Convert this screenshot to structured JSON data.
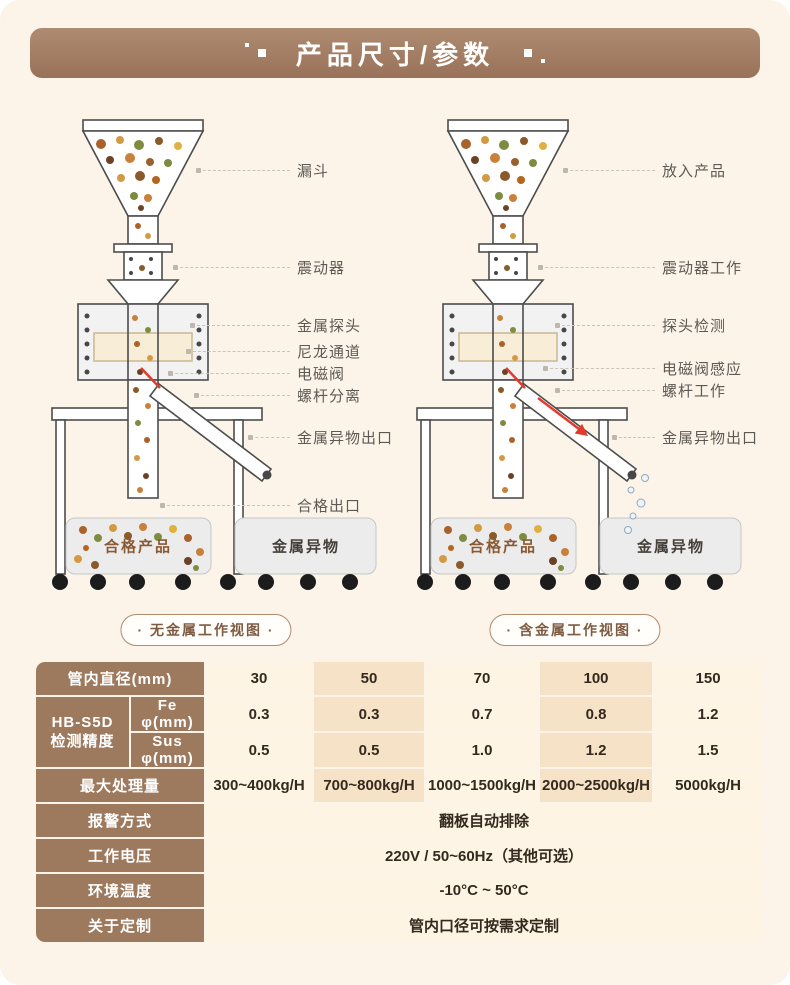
{
  "header": {
    "title": "产品尺寸/参数"
  },
  "diagram_left": {
    "labels": [
      "漏斗",
      "震动器",
      "金属探头",
      "尼龙通道",
      "电磁阀",
      "螺杆分离",
      "金属异物出口",
      "合格出口"
    ],
    "box_pass": "合格产品",
    "box_metal": "金属异物",
    "caption": "· 无金属工作视图 ·"
  },
  "diagram_right": {
    "labels": [
      "放入产品",
      "震动器工作",
      "探头检测",
      "电磁阀感应",
      "螺杆工作",
      "金属异物出口"
    ],
    "box_pass": "合格产品",
    "box_metal": "金属异物",
    "caption": "· 含金属工作视图 ·"
  },
  "table": {
    "row_diameter": {
      "label": "管内直径(mm)",
      "values": [
        "30",
        "50",
        "70",
        "100",
        "150"
      ]
    },
    "precision": {
      "label_model": "HB-S5D",
      "label_name": "检测精度",
      "rows": [
        {
          "sub": "Fe φ(mm)",
          "values": [
            "0.3",
            "0.3",
            "0.7",
            "0.8",
            "1.2"
          ]
        },
        {
          "sub": "Sus φ(mm)",
          "values": [
            "0.5",
            "0.5",
            "1.0",
            "1.2",
            "1.5"
          ]
        }
      ]
    },
    "row_capacity": {
      "label": "最大处理量",
      "values": [
        "300~400kg/H",
        "700~800kg/H",
        "1000~1500kg/H",
        "2000~2500kg/H",
        "5000kg/H"
      ]
    },
    "full_rows": [
      {
        "label": "报警方式",
        "value": "翻板自动排除"
      },
      {
        "label": "工作电压",
        "value": "220V / 50~60Hz（其他可选）"
      },
      {
        "label": "环境温度",
        "value": "-10°C ~ 50°C"
      },
      {
        "label": "关于定制",
        "value": "管内口径可按需求定制"
      }
    ]
  },
  "colors": {
    "header_brown": "#a2816a",
    "table_brown": "#9d7a5e",
    "cell_cream": "#fdf4e4",
    "cell_tan": "#f6e2c6",
    "page_bg": "#fcf4e8",
    "accent_red": "#e23b2e"
  }
}
